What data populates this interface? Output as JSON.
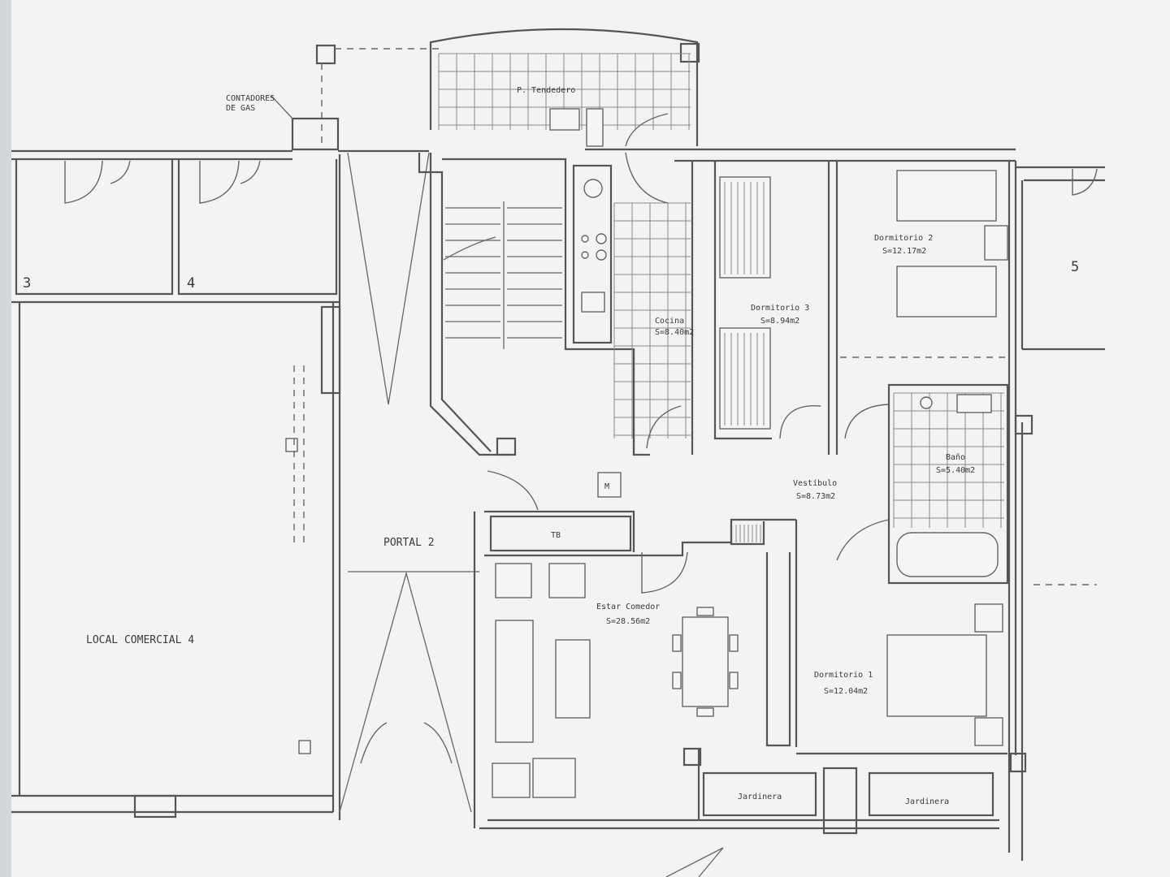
{
  "plan": {
    "colors": {
      "paper": "#f2f3f4",
      "ink": "#555555"
    },
    "labels": {
      "gas_meters": [
        "CONTADORES",
        "DE GAS"
      ],
      "tendedero": "P. Tendedero",
      "shop_3": "3",
      "shop_4": "4",
      "unit_5": "5",
      "local": "LOCAL COMERCIAL 4",
      "portal": "PORTAL 2",
      "cocina": "Cocina",
      "cocina_area": "S=8.40m2",
      "dorm3": "Dormitorio 3",
      "dorm3_area": "S=8.94m2",
      "dorm2": "Dormitorio 2",
      "dorm2_area": "S=12.17m2",
      "bano": "Baño",
      "bano_area": "S=5.40m2",
      "vestibulo": "Vestíbulo",
      "vestibulo_area": "S=8.73m2",
      "estar": "Estar Comedor",
      "estar_area": "S=28.56m2",
      "dorm1": "Dormitorio 1",
      "dorm1_area": "S=12.04m2",
      "jardinera_1": "Jardinera",
      "jardinera_2": "Jardinera",
      "elevator": "M",
      "meter_box": "TB"
    }
  }
}
